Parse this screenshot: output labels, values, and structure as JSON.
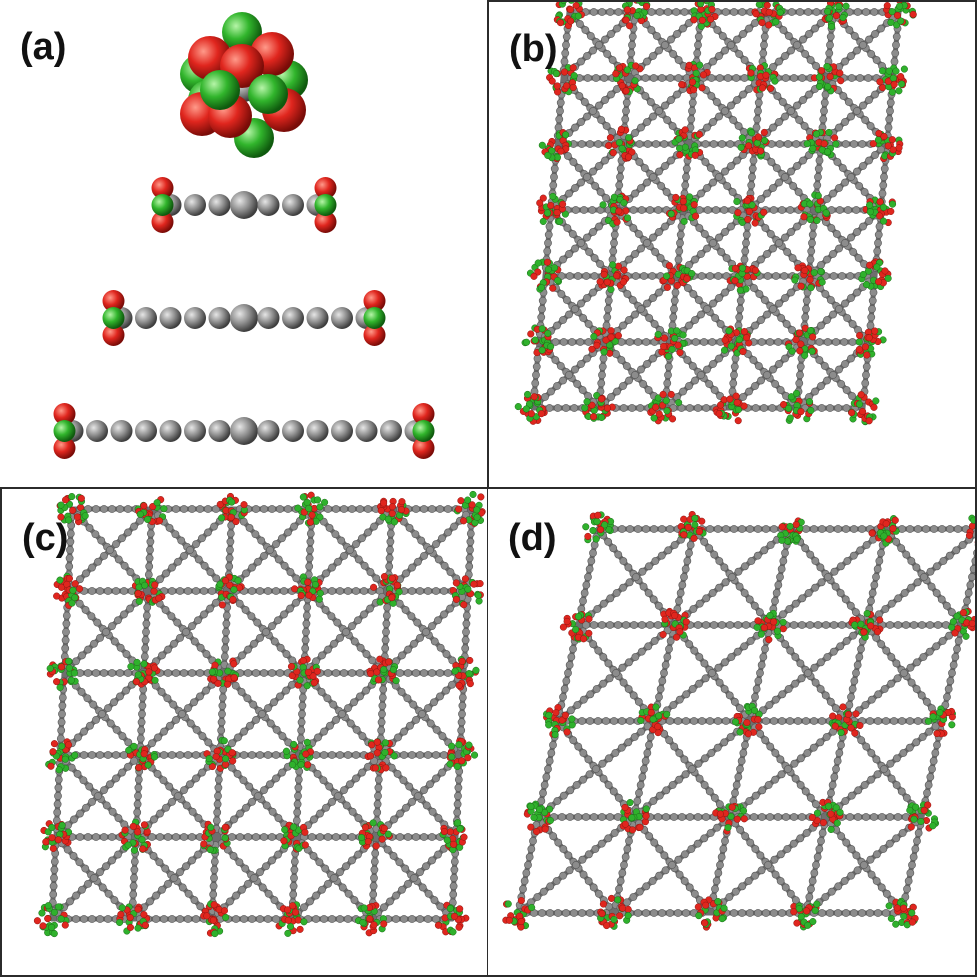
{
  "figure": {
    "panels": [
      {
        "id": "a",
        "label": "(a)"
      },
      {
        "id": "b",
        "label": "(b)"
      },
      {
        "id": "c",
        "label": "(c)"
      },
      {
        "id": "d",
        "label": "(d)"
      }
    ]
  },
  "colors": {
    "carbon_gray": "#8a8a8a",
    "oxygen_red": "#e0261e",
    "metal_green": "#2fb12c",
    "border": "#2b2b2b",
    "background": "#ffffff"
  },
  "linkers": {
    "counts": [
      7,
      11,
      15
    ]
  }
}
